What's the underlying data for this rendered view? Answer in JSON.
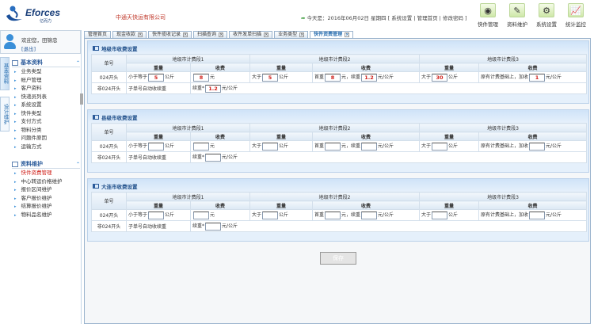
{
  "header": {
    "logo_text": "Eforces",
    "logo_sub": "亿而力",
    "company": "中通天快运有限公司",
    "date_text": "今天是：2016年06月02日 星期四",
    "links": [
      "系统设置",
      "管理首页",
      "修改密码"
    ],
    "icons": [
      {
        "label": "快件管理",
        "icon": "globe-icon",
        "glyph": "◉"
      },
      {
        "label": "资料维护",
        "icon": "edit-icon",
        "glyph": "✎"
      },
      {
        "label": "系统设置",
        "icon": "gear-icon",
        "glyph": "⚙"
      },
      {
        "label": "统计监控",
        "icon": "chart-icon",
        "glyph": "📈"
      }
    ]
  },
  "user": {
    "welcome": "欢迎您，田锦忠",
    "logout": "[退出]"
  },
  "vtabs": [
    "基本资料",
    "设计维护"
  ],
  "sidebar": [
    {
      "title": "基本资料",
      "items": [
        "业务类型",
        "帐户管理",
        "客户资料",
        "快递员列表",
        "系统设置",
        "快件类型",
        "支付方式",
        "物料分类",
        "问题件原因",
        "运输方式"
      ]
    },
    {
      "title": "资料维护",
      "items": [
        "快件资费管理",
        "中心转运价格维护",
        "报价区间维护",
        "客户报价维护",
        "结算报价维护",
        "物料品名维护"
      ],
      "active": 0
    }
  ],
  "tabs": [
    {
      "label": "管理首页",
      "closable": false
    },
    {
      "label": "现金收款",
      "closable": true
    },
    {
      "label": "快件揽收记录",
      "closable": true
    },
    {
      "label": "扫描查询",
      "closable": true
    },
    {
      "label": "收件发单扫描",
      "closable": true
    },
    {
      "label": "业务类型",
      "closable": true
    },
    {
      "label": "快件资费管理",
      "closable": true,
      "active": true
    }
  ],
  "table_headers": {
    "order_no": "单号",
    "groups": [
      "地级市计费段1",
      "地级市计费段2",
      "地级市计费段3"
    ],
    "weight": "重量",
    "fee": "收费"
  },
  "row_labels": [
    "024开头",
    "非024开头"
  ],
  "text": {
    "lte": "小于等于",
    "kg": "公斤",
    "yuan": "元",
    "gt": "大于",
    "first": "首重",
    "cont": "元，续重",
    "per_kg": "元/公斤",
    "extra": "原有计费基础上，加收",
    "sub_auto": "子单号自动收续重",
    "cont_mul": "续重*"
  },
  "sections": [
    {
      "title": "地级市收费设置",
      "values": {
        "g1_weight": "5",
        "g1_fee": "8",
        "g2_weight": "5",
        "g2_first": "8",
        "g2_cont": "1.2",
        "g3_weight": "30",
        "g3_extra": "1",
        "sub_cont": "1.2"
      }
    },
    {
      "title": "县级市收费设置",
      "values": {
        "g1_weight": "",
        "g1_fee": "",
        "g2_weight": "",
        "g2_first": "",
        "g2_cont": "",
        "g3_weight": "",
        "g3_extra": "",
        "sub_cont": ""
      }
    },
    {
      "title": "大连市收费设置",
      "values": {
        "g1_weight": "",
        "g1_fee": "",
        "g2_weight": "",
        "g2_first": "",
        "g2_cont": "",
        "g3_weight": "",
        "g3_extra": "",
        "sub_cont": ""
      }
    }
  ],
  "save_label": "保存"
}
